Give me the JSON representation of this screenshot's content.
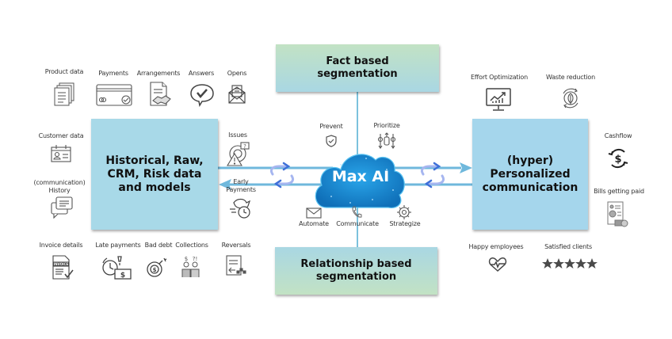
{
  "center": {
    "title": "Max AI",
    "actions": {
      "prevent": "Prevent",
      "prioritize": "Prioritize",
      "automate": "Automate",
      "communicate": "Communicate",
      "strategize": "Strategize"
    }
  },
  "segments": {
    "top": {
      "line1": "Fact based",
      "line2": "segmentation"
    },
    "bottom": {
      "line1": "Relationship based",
      "line2": "segmentation"
    }
  },
  "left_box": {
    "line1": "Historical, Raw,",
    "line2": "CRM, Risk data",
    "line3": "and models"
  },
  "right_box": {
    "line1": "(hyper)",
    "line2": "Personalized",
    "line3": "communication"
  },
  "inputs": {
    "top": [
      {
        "label": "Product data",
        "icon": "documents-icon"
      },
      {
        "label": "Payments",
        "icon": "credit-card-icon"
      },
      {
        "label": "Arrangements",
        "icon": "agreement-handshake-icon"
      },
      {
        "label": "Answers",
        "icon": "chat-check-icon"
      },
      {
        "label": "Opens",
        "icon": "open-envelope-icon"
      }
    ],
    "side": [
      {
        "label": "Customer data",
        "icon": "contact-card-icon"
      },
      {
        "label_line1": "(communication)",
        "label_line2": "History",
        "icon": "chat-history-icon"
      }
    ],
    "bottom": [
      {
        "label": "Invoice details",
        "icon": "invoice-icon",
        "icon_text": "INVOICE"
      },
      {
        "label": "Late payments",
        "icon": "late-payment-icon"
      },
      {
        "label": "Bad debt",
        "icon": "bomb-icon"
      },
      {
        "label": "Collections",
        "icon": "collections-icon"
      },
      {
        "label": "Reversals",
        "icon": "reversal-icon"
      }
    ],
    "arrow_labels": [
      {
        "label": "Issues",
        "icon": "gear-warning-icon"
      },
      {
        "label_line1": "Early",
        "label_line2": "Payments",
        "icon": "fast-clock-icon"
      }
    ]
  },
  "outcomes": {
    "top": [
      {
        "label": "Effort Optimization",
        "icon": "monitor-chart-icon"
      },
      {
        "label": "Waste reduction",
        "icon": "recycle-leaf-icon"
      }
    ],
    "side": [
      {
        "label": "Cashflow",
        "icon": "dollar-cycle-icon"
      },
      {
        "label": "Bills getting paid",
        "icon": "paid-bill-icon"
      }
    ],
    "bottom": [
      {
        "label": "Happy employees",
        "icon": "heart-pulse-icon"
      },
      {
        "label": "Satisfied clients",
        "icon": "five-stars-icon",
        "rating": 5,
        "rating_max": 5
      }
    ]
  },
  "colors": {
    "arrow": "#6fb8dc",
    "cycle_arrow": "#3d6fd8",
    "cloud": "#1f8fd6",
    "box_blue": "#a8d9e8",
    "box_green": "#c2e2c4",
    "icon": "#444444"
  }
}
